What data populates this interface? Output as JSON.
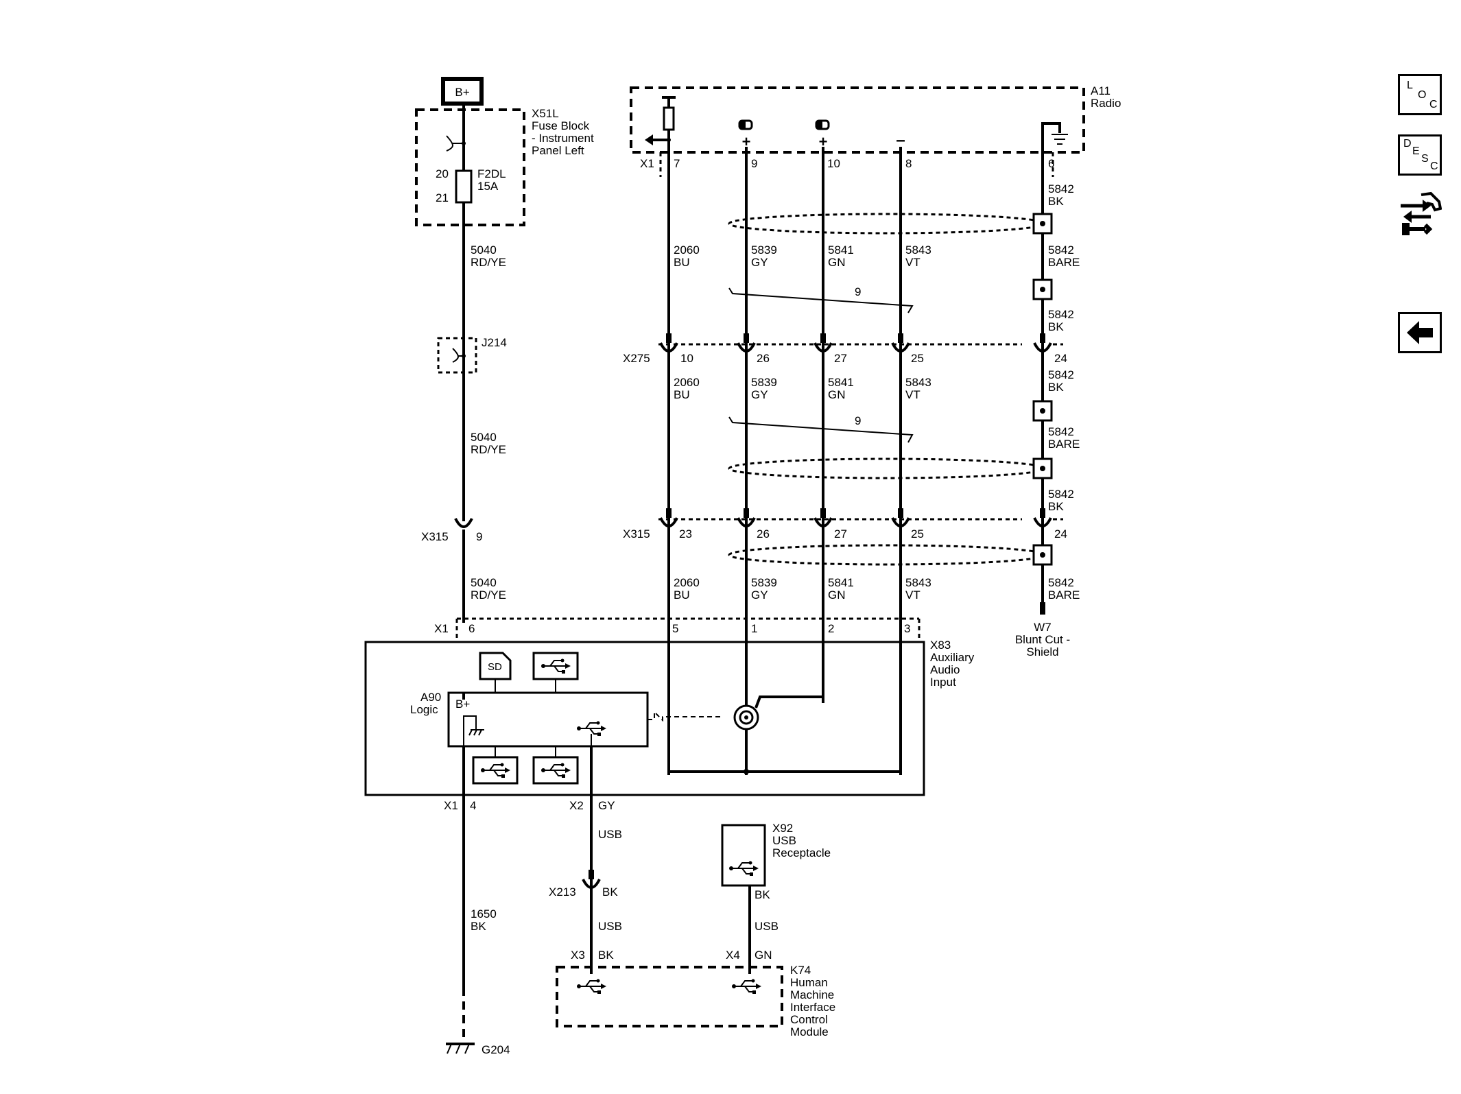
{
  "toolbar": {
    "loc": {
      "l1": "L",
      "l2": "O",
      "l3": "C"
    },
    "desc": {
      "l1": "D",
      "l2": "E",
      "l3": "S",
      "l4": "C"
    }
  },
  "power": {
    "label": "B+"
  },
  "fuse_block": {
    "id": "X51L",
    "name_l1": "Fuse Block",
    "name_l2": "- Instrument",
    "name_l3": "Panel Left",
    "pin_in": "20",
    "pin_out": "21",
    "fuse": "F2DL",
    "rating": "15A"
  },
  "splice_j214": "J214",
  "wire_5040": {
    "circuit": "5040",
    "color": "RD/YE"
  },
  "x315_left": {
    "id": "X315",
    "pin": "9"
  },
  "radio": {
    "id": "A11",
    "name": "Radio",
    "connector": "X1",
    "pins": [
      "7",
      "9",
      "10",
      "8",
      "6"
    ]
  },
  "sig_wires": [
    {
      "circuit": "2060",
      "color": "BU"
    },
    {
      "circuit": "5839",
      "color": "GY"
    },
    {
      "circuit": "5841",
      "color": "GN"
    },
    {
      "circuit": "5843",
      "color": "VT"
    }
  ],
  "shield_labels": {
    "s1": {
      "circuit": "5842",
      "color": "BK"
    },
    "s2": {
      "circuit": "5842",
      "color": "BARE"
    },
    "s3": {
      "circuit": "5842",
      "color": "BK"
    },
    "s4": {
      "circuit": "5842",
      "color": "BK"
    },
    "s5": {
      "circuit": "5842",
      "color": "BARE"
    },
    "s6": {
      "circuit": "5842",
      "color": "BK"
    },
    "s7": {
      "circuit": "5842",
      "color": "BARE"
    }
  },
  "twist_label": "9",
  "x275": {
    "id": "X275",
    "pins": [
      "10",
      "26",
      "27",
      "25",
      "24"
    ]
  },
  "x315": {
    "id": "X315",
    "pins": [
      "23",
      "26",
      "27",
      "25",
      "24"
    ]
  },
  "blunt_cut": {
    "id": "W7",
    "l1": "Blunt Cut -",
    "l2": "Shield"
  },
  "aux_module": {
    "id": "X83",
    "l1": "Auxiliary",
    "l2": "Audio",
    "l3": "Input",
    "x1": "X1",
    "pins": [
      "6",
      "5",
      "1",
      "2",
      "3"
    ]
  },
  "logic": {
    "id": "A90",
    "name": "Logic",
    "bplus": "B+",
    "sd": "SD"
  },
  "lower": {
    "x1_4": {
      "conn": "X1",
      "pin": "4"
    },
    "x2": {
      "conn": "X2",
      "color": "GY"
    },
    "usb": "USB",
    "x213": {
      "id": "X213",
      "color": "BK"
    },
    "ground_wire": {
      "circuit": "1650",
      "color": "BK"
    },
    "ground": "G204"
  },
  "usb_receptacle": {
    "id": "X92",
    "l1": "USB",
    "l2": "Receptacle",
    "color": "BK"
  },
  "hmi": {
    "id": "K74",
    "l1": "Human",
    "l2": "Machine",
    "l3": "Interface",
    "l4": "Control",
    "l5": "Module",
    "x3": "X3",
    "x3_color": "BK",
    "x4": "X4",
    "x4_color": "GN"
  }
}
